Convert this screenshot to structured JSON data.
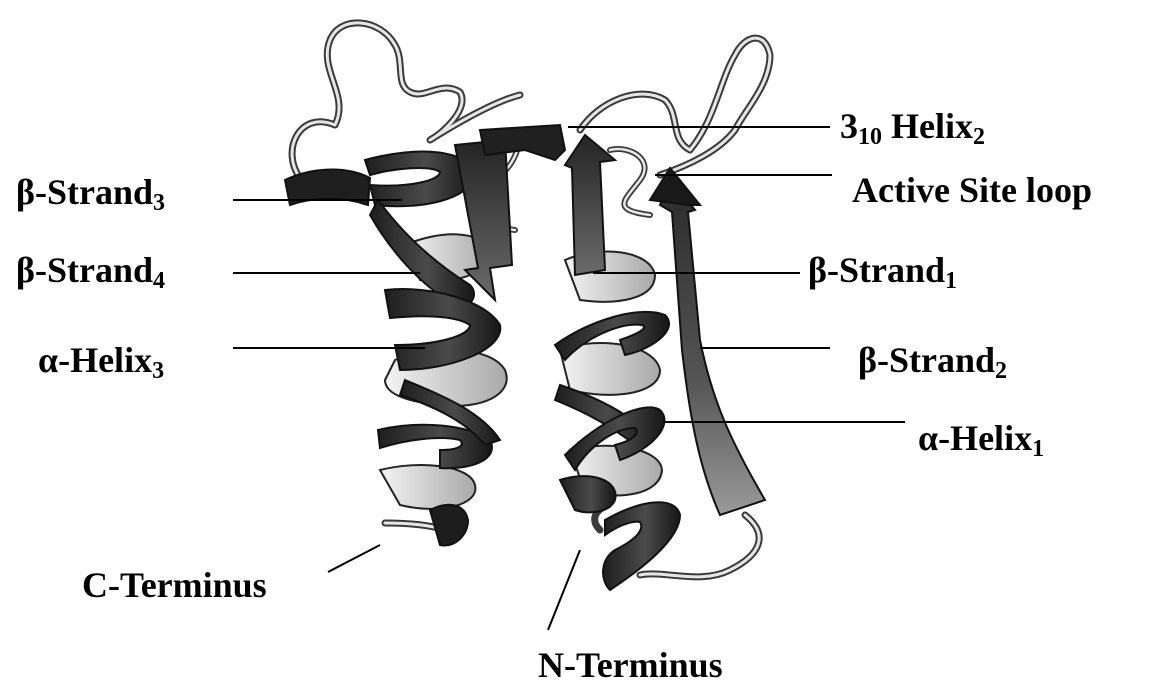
{
  "labels": {
    "helix_310_2": {
      "main": "3",
      "sub_a": "10",
      "mid": " Helix",
      "sub_b": "2"
    },
    "active_site_loop": "Active Site loop",
    "beta_strand_3": {
      "main": "β-Strand",
      "sub": "3"
    },
    "beta_strand_4": {
      "main": "β-Strand",
      "sub": "4"
    },
    "alpha_helix_3": {
      "main": "α-Helix",
      "sub": "3"
    },
    "beta_strand_1": {
      "main": "β-Strand",
      "sub": "1"
    },
    "beta_strand_2": {
      "main": "β-Strand",
      "sub": "2"
    },
    "alpha_helix_1": {
      "main": "α-Helix",
      "sub": "1"
    },
    "c_terminus": "C-Terminus",
    "n_terminus": "N-Terminus"
  },
  "colors": {
    "background": "#ffffff",
    "ink": "#000000",
    "ribbon_dark": "#2b2b2b",
    "ribbon_light": "#d6d6d6",
    "coil": "#bfbfbf"
  }
}
